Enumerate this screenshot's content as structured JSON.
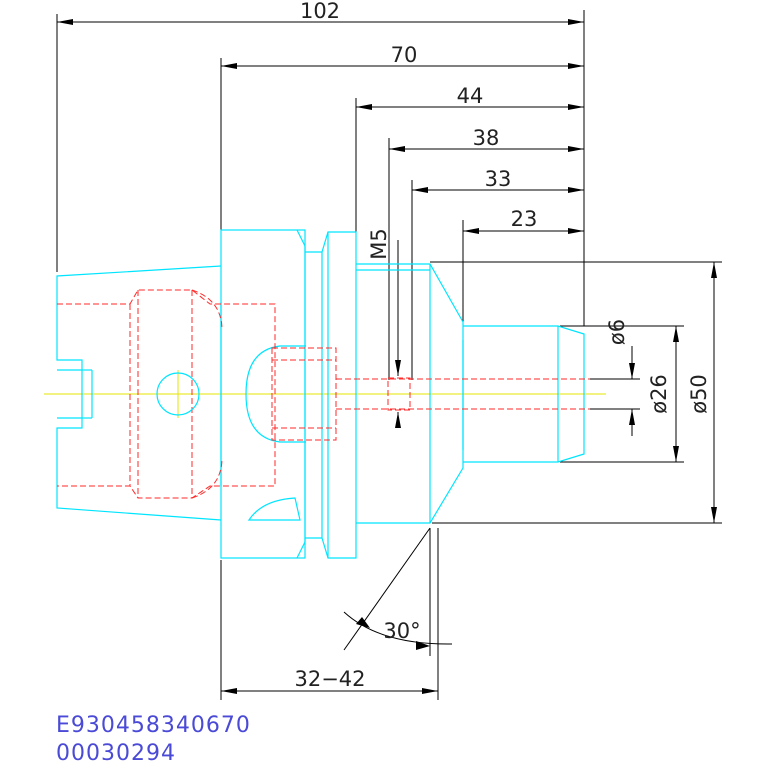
{
  "dimensions": {
    "overall_length": "102",
    "dim_70": "70",
    "dim_44": "44",
    "dim_38": "38",
    "dim_33": "33",
    "dim_23": "23",
    "thread": "M5",
    "dia_6": "ø6",
    "dia_26": "ø26",
    "dia_50": "ø50",
    "angle": "30°",
    "range": "32−42"
  },
  "codes": {
    "part_number": "E930458340670",
    "serial": "00030294"
  },
  "colors": {
    "dimension_lines": "#000000",
    "outline": "#00e5ff",
    "hidden_lines": "#ff2a2a",
    "centerline": "#e6e600",
    "code_text": "#4a4ad6"
  }
}
